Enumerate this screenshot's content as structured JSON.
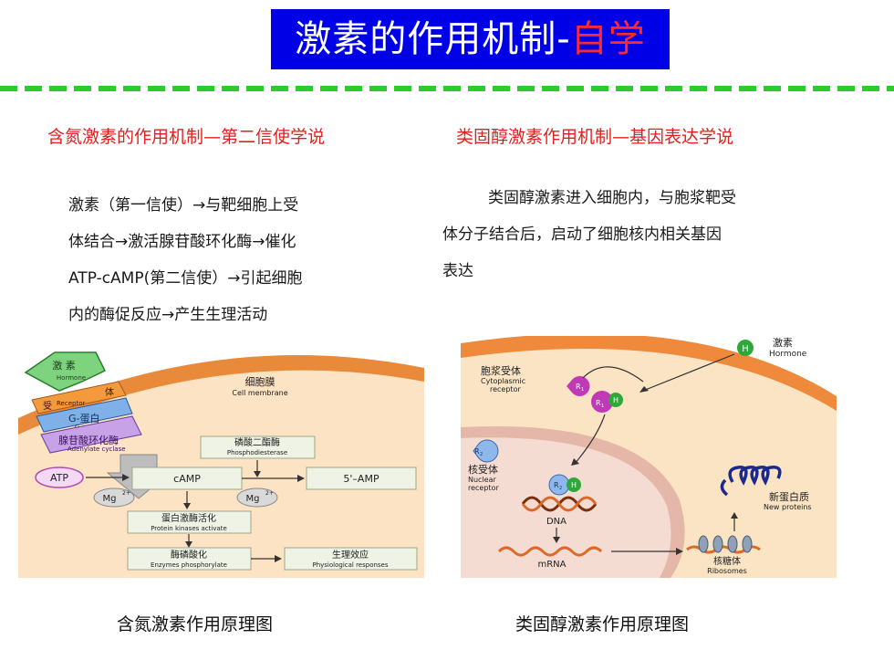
{
  "header": {
    "title_main": "激素的作用机制-",
    "title_accent": "自学"
  },
  "left": {
    "section_title": "含氮激素的作用机制—第二信使学说",
    "lines": [
      "激素（第一信使）→与靶细胞上受",
      "体结合→激活腺苷酸环化酶→催化",
      "ATP-cAMP(第二信使）→引起细胞",
      "内的酶促反应→产生生理活动"
    ],
    "caption": "含氮激素作用原理图",
    "figure": {
      "hormone_cn": "激  素",
      "hormone_en": "Hormone",
      "receptor_cn": "受",
      "receptor_en": "Receptor",
      "receptor_cn2": "体",
      "gprotein_cn": "G-蛋白",
      "gprotein_en": "G-protein",
      "adenylate_cn": "腺苷酸环化酶",
      "adenylate_en": "Adenylate cyclase",
      "membrane_cn": "细胞膜",
      "membrane_en": "Cell membrane",
      "pde_cn": "磷酸二酯酶",
      "pde_en": "Phosphodiesterase",
      "atp": "ATP",
      "camp": "cAMP",
      "amp": "5'–AMP",
      "mg": "Mg",
      "mg_sup": "2+",
      "pk_cn": "蛋白激酶活化",
      "pk_en": "Protein kinases activate",
      "enz_cn": "酶磷酸化",
      "enz_en": "Enzymes phosphorylate",
      "phys_cn": "生理效应",
      "phys_en": "Physiological responses"
    }
  },
  "right": {
    "section_title": "类固醇激素作用机制—基因表达学说",
    "lines": [
      "类固醇激素进入细胞内，与胞浆靶受",
      "体分子结合后，启动了细胞核内相关基因",
      "表达"
    ],
    "caption": "类固醇激素作用原理图",
    "figure": {
      "hormone_cn": "激素",
      "hormone_en": "Hormone",
      "h": "H",
      "cyto_cn": "胞浆受体",
      "cyto_en1": "Cytoplasmic",
      "cyto_en2": "receptor",
      "r1": "R",
      "r1_sub": "1",
      "r2": "R",
      "r2_sub": "2",
      "nuc_cn": "核受体",
      "nuc_en1": "Nuclear",
      "nuc_en2": "receptor",
      "dna": "DNA",
      "mrna": "mRNA",
      "newprot_cn": "新蛋白质",
      "newprot_en": "New proteins",
      "ribo_cn": "核糖体",
      "ribo_en": "Ribosomes"
    }
  },
  "colors": {
    "title_bg": "#0000e6",
    "accent_red": "#e21f1f",
    "dash_green": "#2dcc2d"
  }
}
